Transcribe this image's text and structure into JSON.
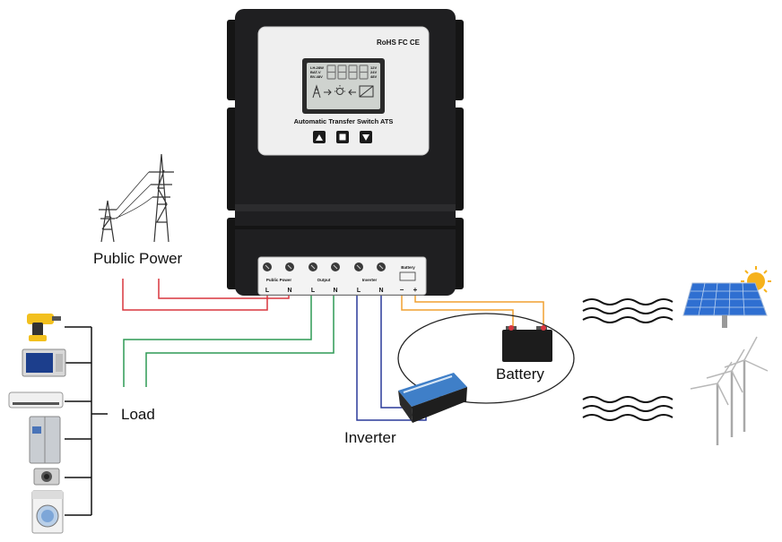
{
  "labels": {
    "public_power": "Public Power",
    "load": "Load",
    "inverter": "Inverter",
    "battery": "Battery"
  },
  "device": {
    "marks": "RoHS FC CE",
    "title": "Automatic Transfer Switch  ATS",
    "lcd": {
      "left_lines": [
        "LH-28W",
        "BAT-V",
        "BV-48V"
      ],
      "right_lines": [
        "12V",
        "24V",
        "48V"
      ]
    },
    "buttons": [
      "up",
      "menu",
      "down"
    ],
    "terminals": {
      "public_power": "Public Power",
      "output": "Output",
      "inverter": "Inverter",
      "battery": "Battery",
      "l": "L",
      "n": "N",
      "minus": "−",
      "plus": "+"
    }
  },
  "colors": {
    "public_power_wire": "#d9363e",
    "output_wire": "#2f9a55",
    "inverter_wire": "#2a3a9a",
    "battery_wire": "#f0a030",
    "device_body": "#1f1f21",
    "panel": "#efefef"
  },
  "icons": [
    "transmission-tower-icon",
    "drill-icon",
    "microwave-icon",
    "air-conditioner-icon",
    "refrigerator-icon",
    "camera-icon",
    "washing-machine-icon",
    "battery-icon",
    "inverter-icon",
    "solar-panel-icon",
    "wind-turbine-icon",
    "wave-icon"
  ]
}
